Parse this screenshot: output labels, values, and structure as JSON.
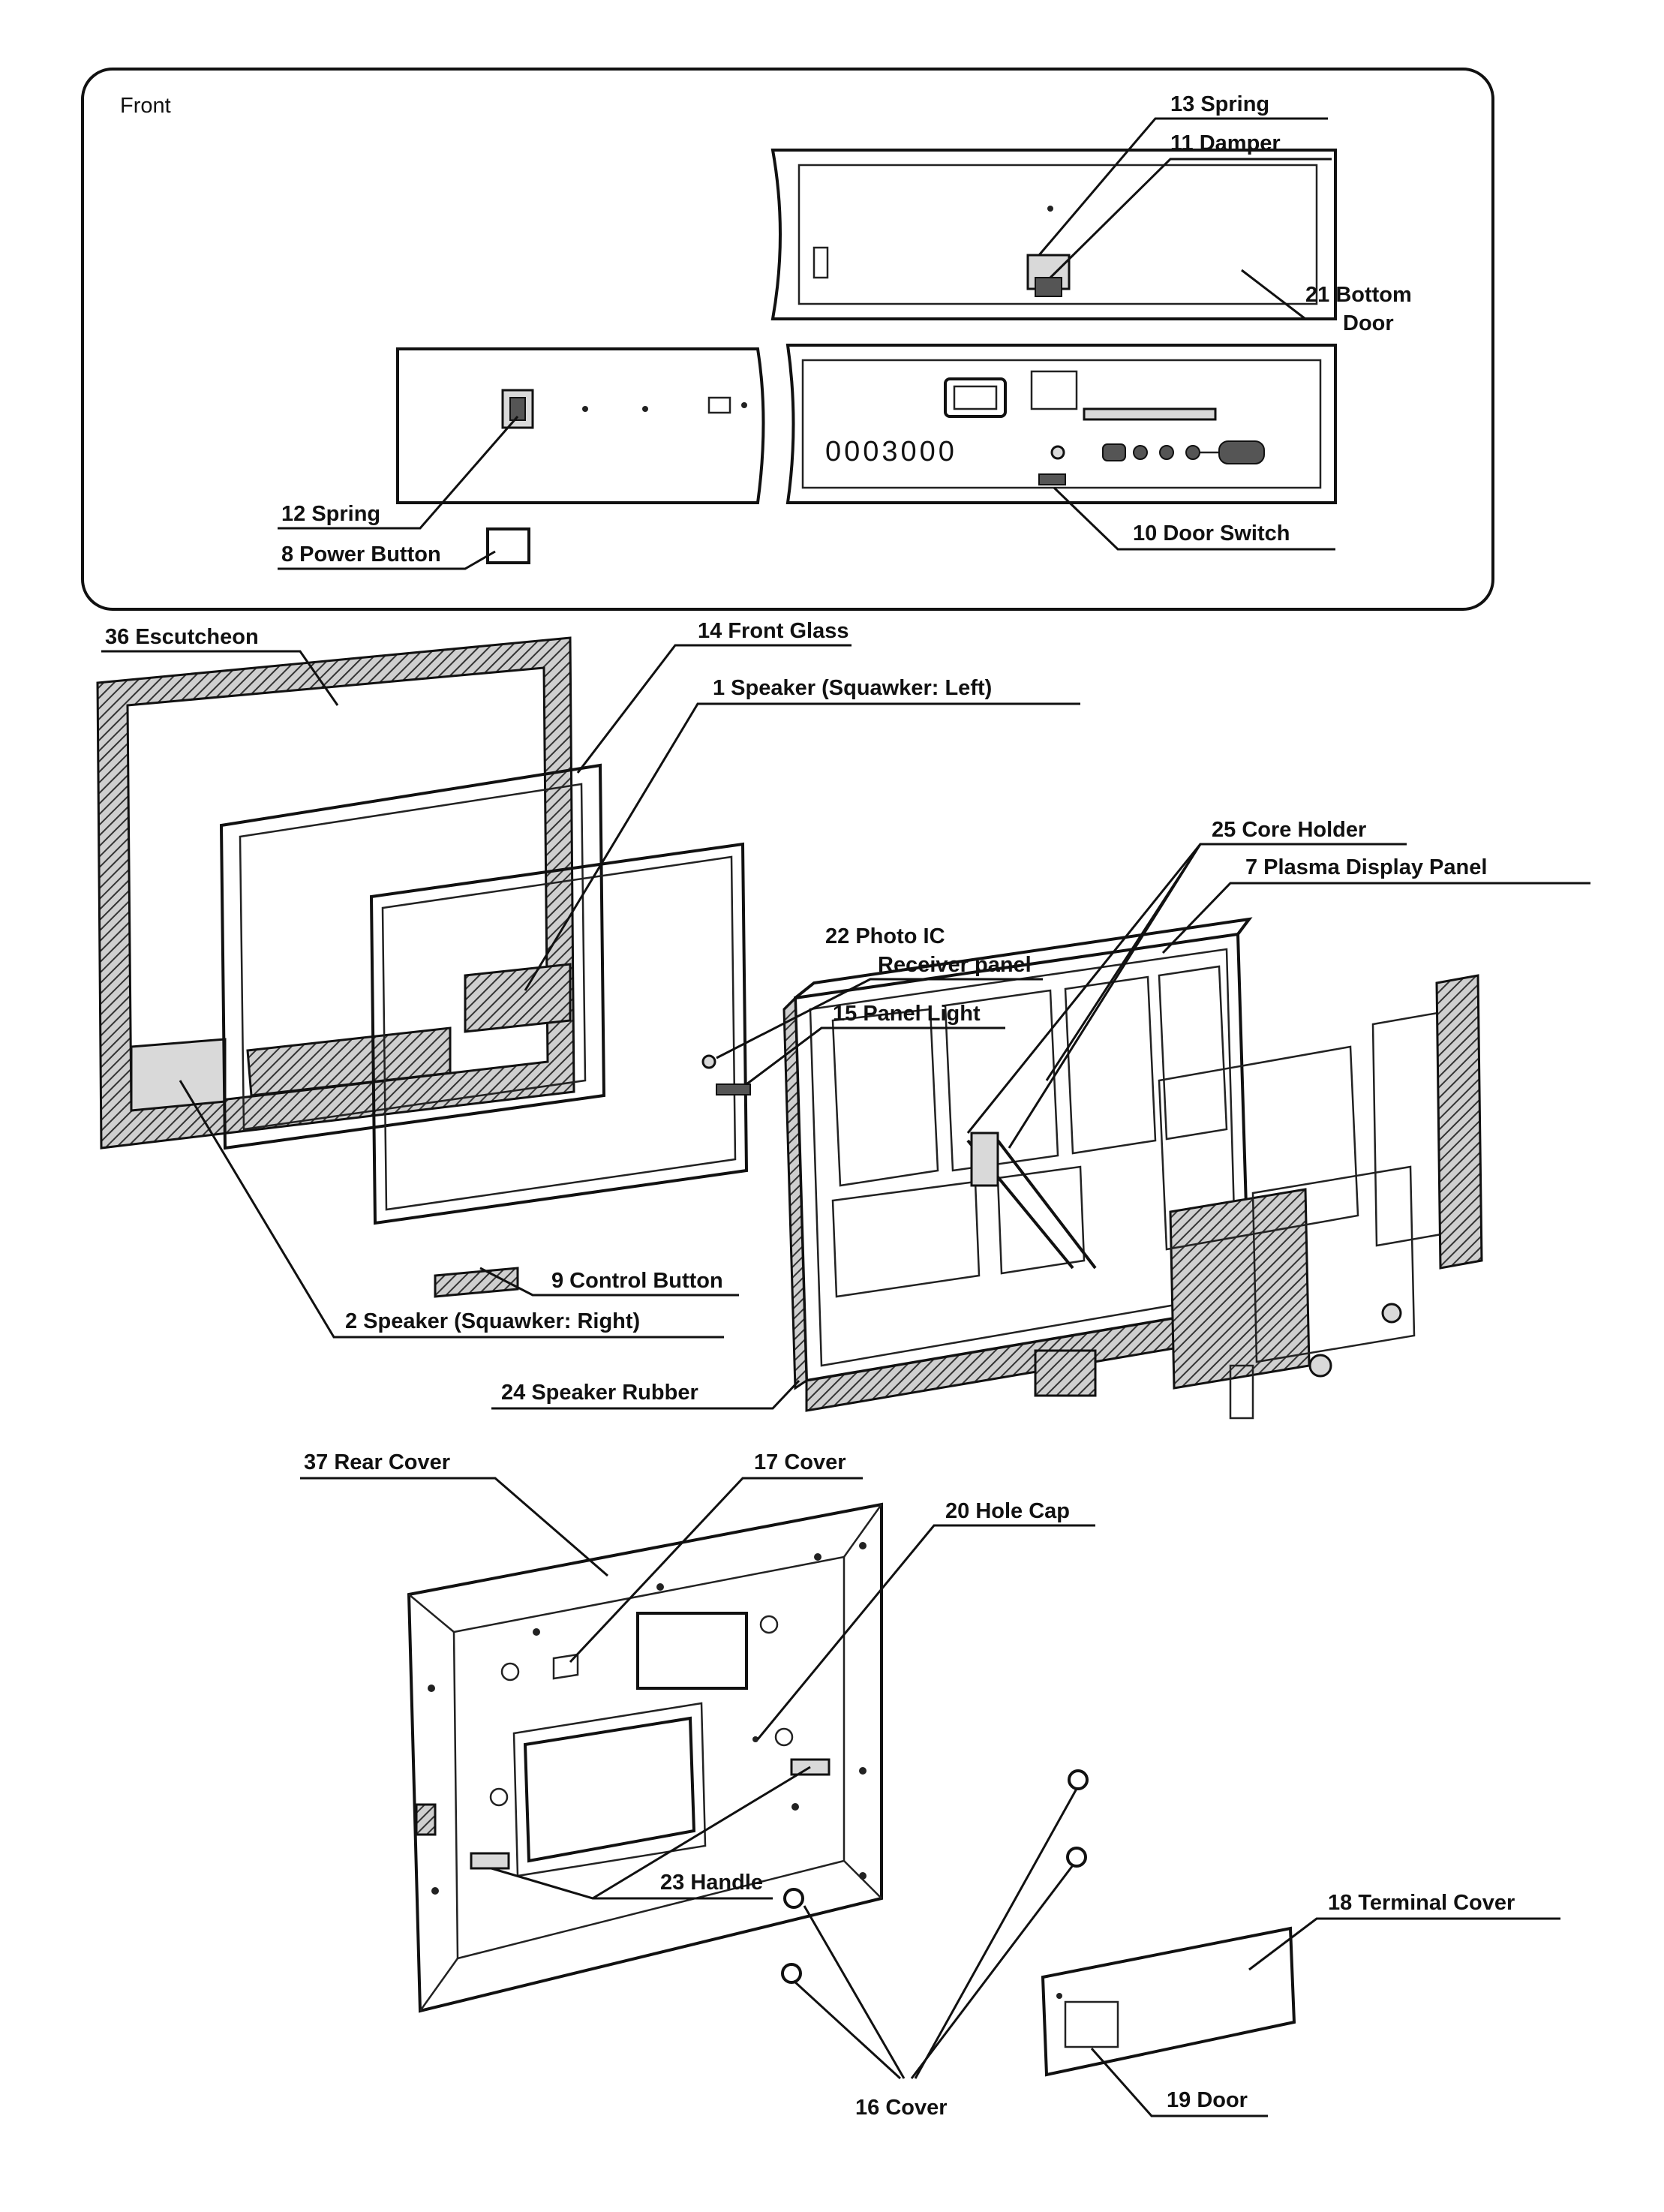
{
  "inset": {
    "title": "Front"
  },
  "labels": {
    "spring13": "13 Spring",
    "damper11": "11 Damper",
    "bottom_door_1": "21 Bottom",
    "bottom_door_2": "Door",
    "spring12": "12 Spring",
    "power_button": "8 Power Button",
    "door_switch": "10 Door Switch",
    "escutcheon": "36 Escutcheon",
    "front_glass": "14 Front Glass",
    "speaker_left": "1 Speaker (Squawker: Left)",
    "core_holder": "25 Core Holder",
    "plasma_panel": "7 Plasma Display Panel",
    "photo_ic_1": "22 Photo IC",
    "photo_ic_2": "Receiver panel",
    "panel_light": "15 Panel Light",
    "control_button": "9 Control Button",
    "speaker_right": "2 Speaker (Squawker: Right)",
    "speaker_rubber": "24 Speaker Rubber",
    "rear_cover": "37 Rear Cover",
    "cover17": "17 Cover",
    "hole_cap": "20 Hole Cap",
    "terminal_cover": "18 Terminal Cover",
    "handle": "23 Handle",
    "cover16": "16 Cover",
    "door19": "19 Door"
  },
  "front_panel": {
    "button_row": "0003000"
  }
}
